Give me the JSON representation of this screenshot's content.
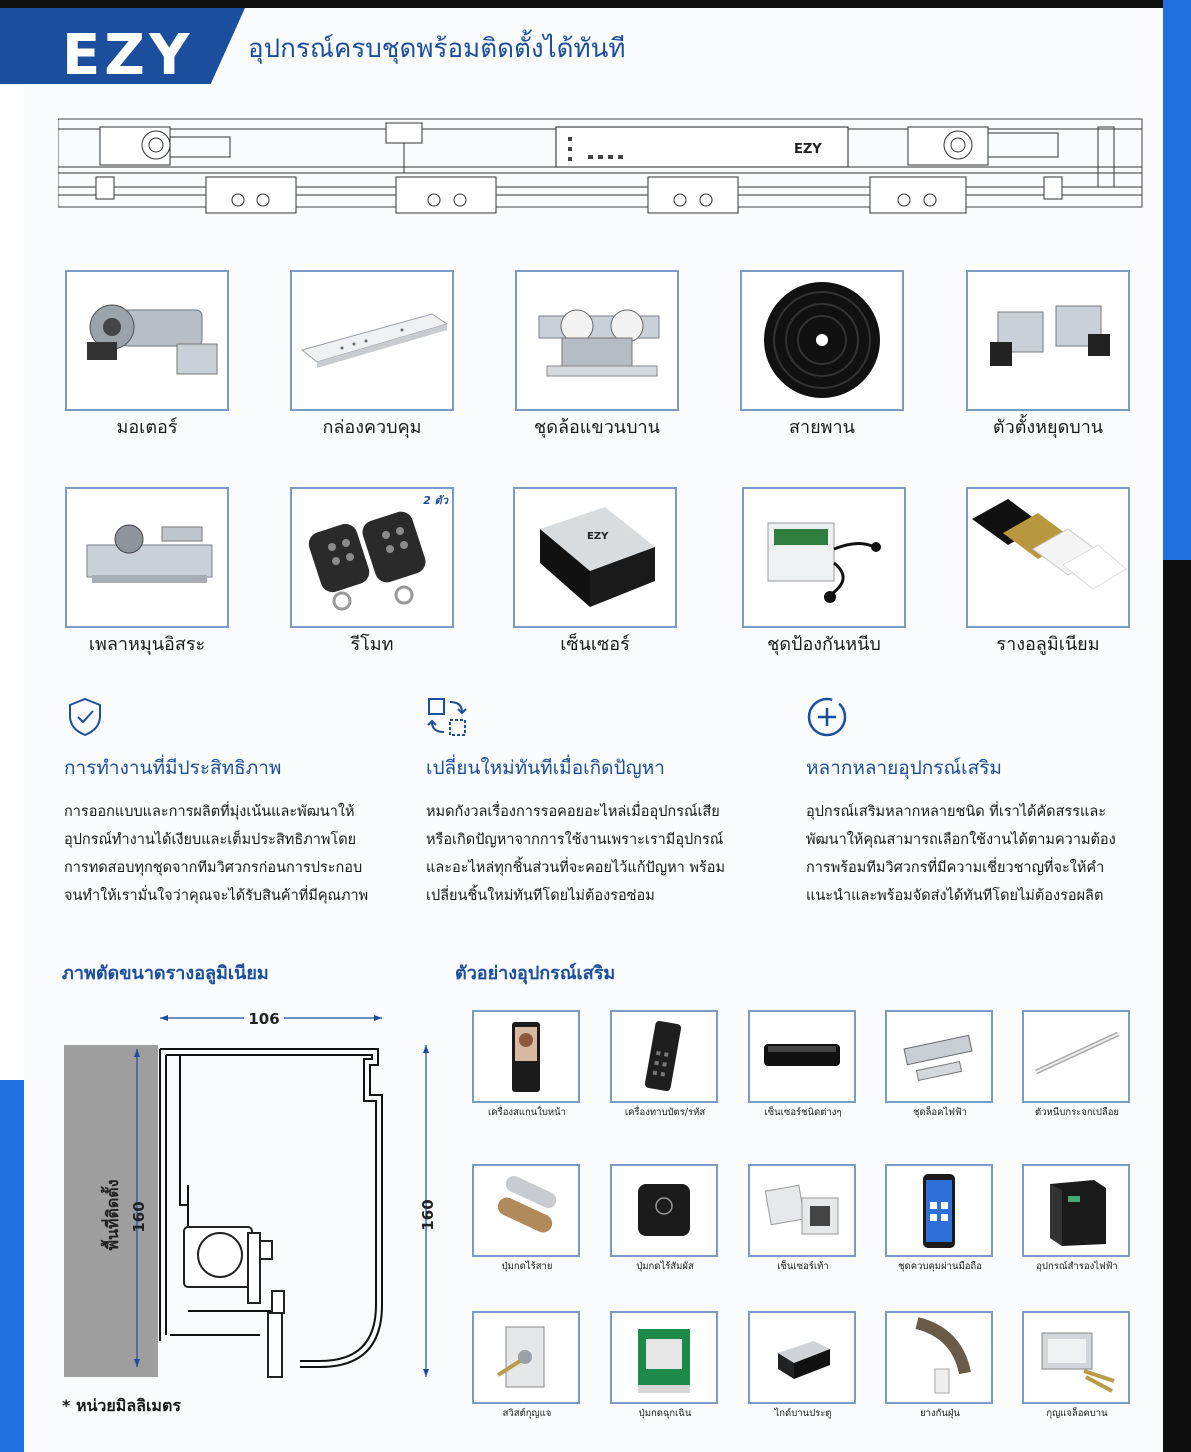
{
  "header": {
    "logo": "EZY",
    "title": "อุปกรณ์ครบชุดพร้อมติดตั้งได้ทันที"
  },
  "assembly": {
    "logo": "EZY"
  },
  "products": [
    {
      "label": "มอเตอร์",
      "icon": "motor-icon"
    },
    {
      "label": "กล่องควบคุม",
      "icon": "control-box-icon"
    },
    {
      "label": "ชุดล้อแขวนบาน",
      "icon": "hanger-wheel-icon"
    },
    {
      "label": "สายพาน",
      "icon": "belt-icon"
    },
    {
      "label": "ตัวตั้งหยุดบาน",
      "icon": "door-stopper-icon"
    },
    {
      "label": "เพลาหมุนอิสระ",
      "icon": "idler-pulley-icon"
    },
    {
      "label": "รีโมท",
      "icon": "remote-icon",
      "badge": "2 ตัว"
    },
    {
      "label": "เซ็นเซอร์",
      "icon": "sensor-icon",
      "logo": "EZY"
    },
    {
      "label": "ชุดป้องกันหนีบ",
      "icon": "anti-pinch-icon"
    },
    {
      "label": "รางอลูมิเนียม",
      "icon": "aluminium-rail-icon"
    }
  ],
  "features": [
    {
      "icon": "shield-check-icon",
      "title": "การทำงานที่มีประสิทธิภาพ",
      "lines": [
        "การออกแบบและการผลิตที่มุ่งเน้นและพัฒนาให้",
        "อุปกรณ์ทำงานได้เงียบและเต็มประสิทธิภาพโดย",
        "การทดสอบทุกชุดจากทีมวิศวกรก่อนการประกอบ",
        "จนทำให้เรามั่นใจว่าคุณจะได้รับสินค้าที่มีคุณภาพ"
      ]
    },
    {
      "icon": "swap-icon",
      "title": "เปลี่ยนใหม่ทันทีเมื่อเกิดปัญหา",
      "lines": [
        "หมดกังวลเรื่องการรอคอยอะไหล่เมื่ออุปกรณ์เสีย",
        "หรือเกิดปัญหาจากการใช้งานเพราะเรามีอุปกรณ์",
        "และอะไหล่ทุกชิ้นส่วนที่จะคอยไว้แก้ปัญหา พร้อม",
        "เปลี่ยนชิ้นใหม่ทันทีโดยไม่ต้องรอซ่อม"
      ]
    },
    {
      "icon": "plus-circle-icon",
      "title": "หลากหลายอุปกรณ์เสริม",
      "lines": [
        "อุปกรณ์เสริมหลากหลายชนิด ที่เราได้คัดสรรและ",
        "พัฒนาให้คุณสามารถเลือกใช้งานได้ตามความต้อง",
        "การพร้อมทีมวิศวกรที่มีความเชี่ยวชาญที่จะให้คำ",
        "แนะนำและพร้อมจัดส่งได้ทันทีโดยไม่ต้องรอผลิต"
      ]
    }
  ],
  "cross_section": {
    "title": "ภาพตัดขนาดรางอลูมิเนียม",
    "width_label": "106",
    "height_label_inner": "160",
    "height_label_outer": "160",
    "wall_label": "พื้นที่ติดตั้ง",
    "note": "* หน่วยมิลลิเมตร"
  },
  "accessories_title": "ตัวอย่างอุปกรณ์เสริม",
  "accessories": [
    {
      "label": "เครื่องสแกนใบหน้า",
      "icon": "face-scanner-icon"
    },
    {
      "label": "เครื่องทาบบัตร/รหัส",
      "icon": "card-keypad-icon"
    },
    {
      "label": "เซ็นเซอร์ชนิดต่างๆ",
      "icon": "sensor-bar-icon"
    },
    {
      "label": "ชุดล็อคไฟฟ้า",
      "icon": "electric-lock-icon"
    },
    {
      "label": "ตัวหนีบกระจกเปลือย",
      "icon": "glass-clamp-icon"
    },
    {
      "label": "ปุ่มกดไร้สาย",
      "icon": "wireless-button-icon"
    },
    {
      "label": "ปุ่มกดไร้สัมผัส",
      "icon": "touchless-button-icon"
    },
    {
      "label": "เซ็นเซอร์เท้า",
      "icon": "foot-sensor-icon"
    },
    {
      "label": "ชุดควบคุมผ่านมือถือ",
      "icon": "mobile-control-icon"
    },
    {
      "label": "อุปกรณ์สำรองไฟฟ้า",
      "icon": "ups-icon"
    },
    {
      "label": "สวิสต์กุญแจ",
      "icon": "key-switch-icon"
    },
    {
      "label": "ปุ่มกดฉุกเฉิน",
      "icon": "emergency-button-icon"
    },
    {
      "label": "ไกด์บานประตู",
      "icon": "door-guide-icon"
    },
    {
      "label": "ยางกันฝุ่น",
      "icon": "dust-brush-icon"
    },
    {
      "label": "กุญแจล็อคบาน",
      "icon": "door-lock-key-icon"
    }
  ],
  "colors": {
    "brand_blue": "#1b4f9e",
    "accent_blue": "#1f6fe0",
    "border": "#7a9ac8"
  }
}
